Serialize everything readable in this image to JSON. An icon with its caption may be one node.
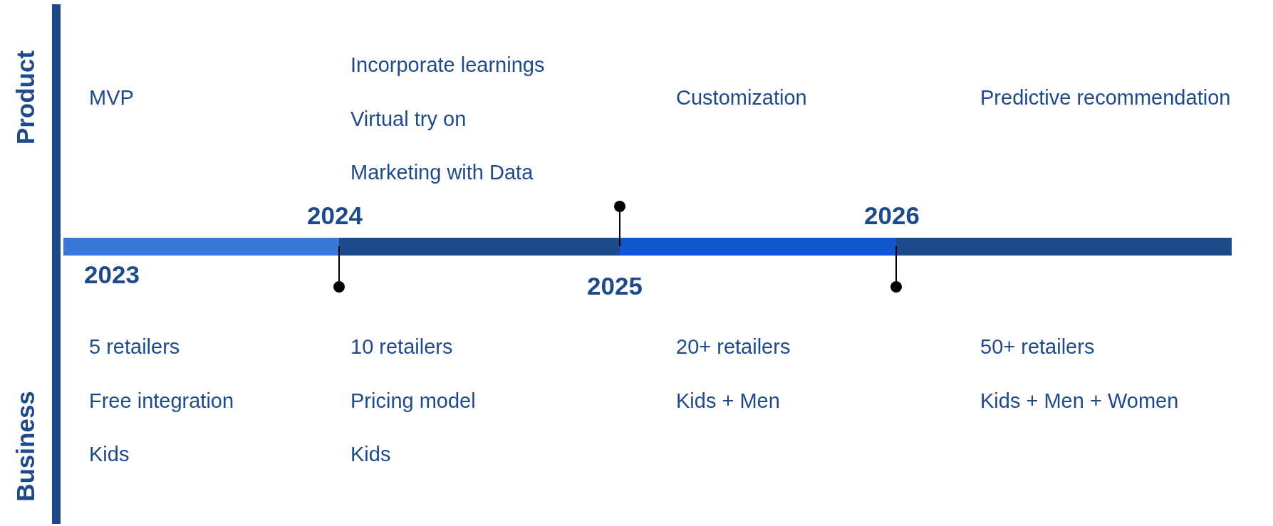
{
  "diagram": {
    "labels": [
      "Product",
      "MVP",
      "Incorporate learnings",
      "Virtual try on",
      "Marketing with Data",
      "Customization",
      "Predictive recommendation",
      "2023",
      "2024",
      "2025",
      "2026",
      "5 retailers",
      "Free integration",
      "Kids",
      "10 retailers",
      "Pricing model",
      "Kids",
      "20+ retailers",
      "Kids + Men",
      "50+ retailers",
      "Kids + Men + Women",
      "Business"
    ]
  }
}
